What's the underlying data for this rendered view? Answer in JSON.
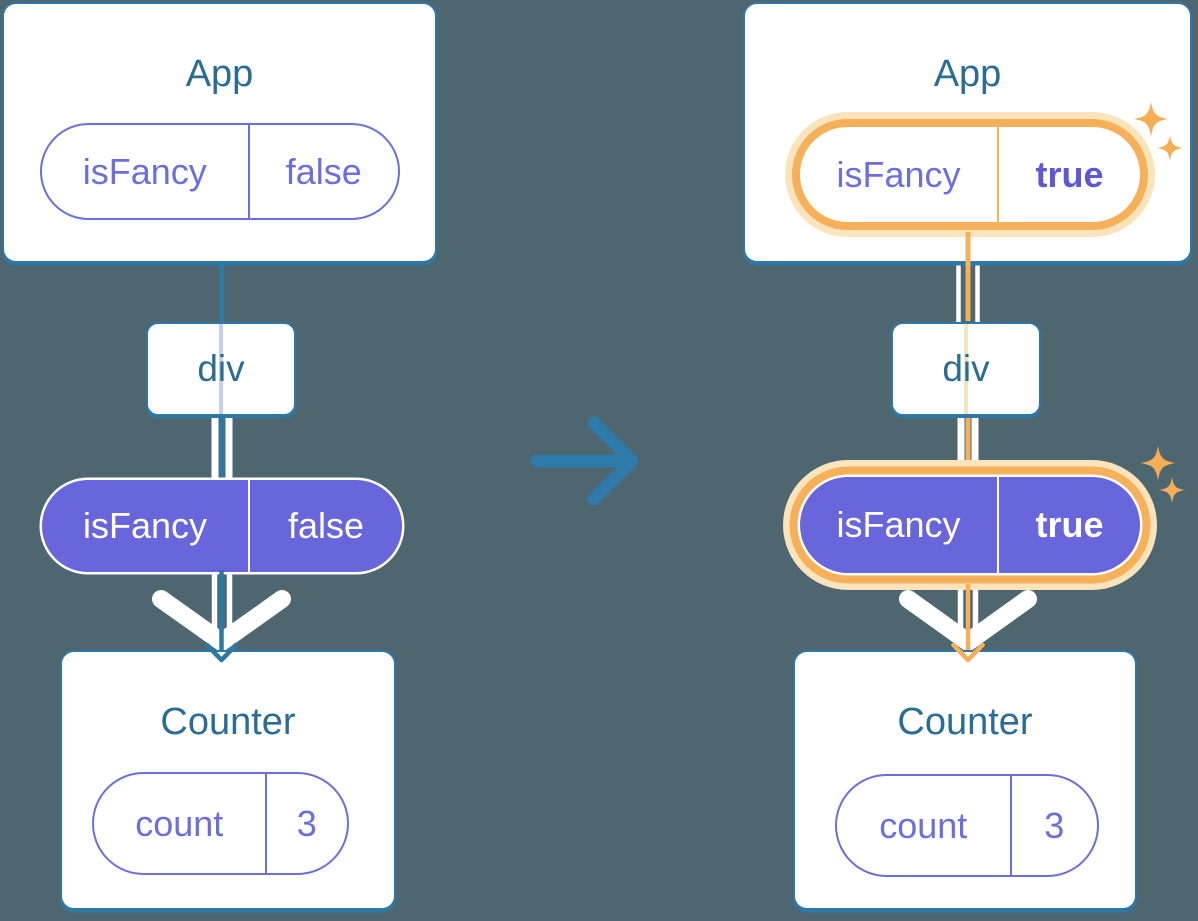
{
  "colors": {
    "background": "#4D6670",
    "card_stroke_blue": "#2E78A6",
    "title_text_blue": "#2A6C94",
    "prop_purple": "#6A6FDB",
    "prop_purple_bold": "#5D59D4",
    "prop_purple_fill": "#6965DA",
    "highlight_orange": "#F6B05A",
    "highlight_orange_pale": "#FBE3BC",
    "through_line_lavender": "#C5CEEC",
    "through_line_pale_orange": "#F8E3C0",
    "pipe_white": "#FFFFFF"
  },
  "before": {
    "app": {
      "title": "App",
      "prop_name": "isFancy",
      "prop_value": "false"
    },
    "container_label": "div",
    "passed_prop_name": "isFancy",
    "passed_prop_value": "false",
    "counter": {
      "title": "Counter",
      "state_name": "count",
      "state_value": "3"
    }
  },
  "after": {
    "app": {
      "title": "App",
      "prop_name": "isFancy",
      "prop_value": "true"
    },
    "container_label": "div",
    "passed_prop_name": "isFancy",
    "passed_prop_value": "true",
    "counter": {
      "title": "Counter",
      "state_name": "count",
      "state_value": "3"
    }
  }
}
